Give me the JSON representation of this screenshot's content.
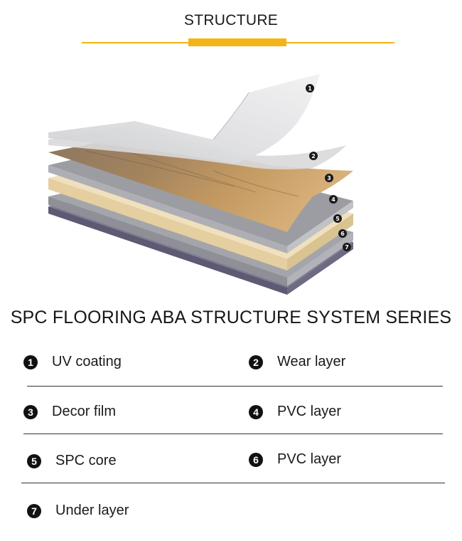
{
  "header": {
    "title": "STRUCTURE",
    "accent_color": "#f4b418"
  },
  "subtitle": "SPC FLOORING ABA STRUCTURE SYSTEM SERIES",
  "layers": [
    {
      "number": "1",
      "label": "UV coating"
    },
    {
      "number": "2",
      "label": "Wear layer"
    },
    {
      "number": "3",
      "label": "Decor film"
    },
    {
      "number": "4",
      "label": "PVC layer"
    },
    {
      "number": "5",
      "label": "SPC core"
    },
    {
      "number": "6",
      "label": "PVC layer"
    },
    {
      "number": "7",
      "label": "Under layer"
    }
  ]
}
